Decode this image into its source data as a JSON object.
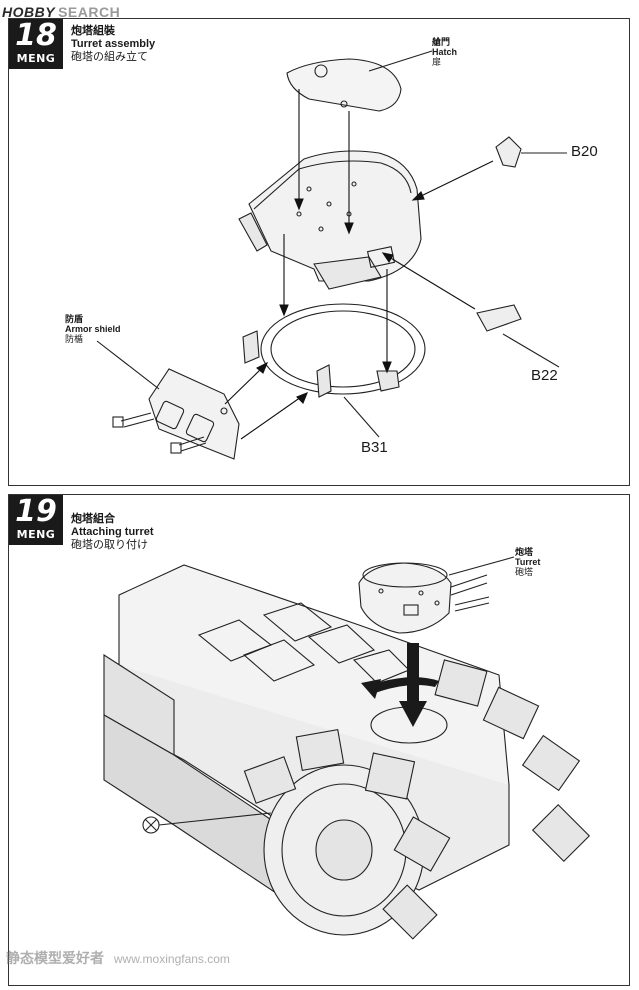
{
  "watermark_top": {
    "hobby": "HOBBY",
    "search": "SEARCH"
  },
  "brand": "MENG",
  "step18": {
    "number": "18",
    "title_cn": "炮塔組裝",
    "title_en": "Turret assembly",
    "title_jp": "砲塔の組み立て",
    "hatch": {
      "cn": "艙門",
      "en": "Hatch",
      "jp": "扉"
    },
    "armor_shield": {
      "cn": "防盾",
      "en": "Armor shield",
      "jp": "防楯"
    },
    "parts": [
      "B20",
      "B22",
      "B31"
    ]
  },
  "step19": {
    "number": "19",
    "title_cn": "炮塔組合",
    "title_en": "Attaching turret",
    "title_jp": "砲塔の取り付け",
    "turret": {
      "cn": "炮塔",
      "en": "Turret",
      "jp": "砲塔"
    }
  },
  "watermark_bottom": {
    "text": "静态模型爱好者",
    "url": "www.moxingfans.com"
  }
}
